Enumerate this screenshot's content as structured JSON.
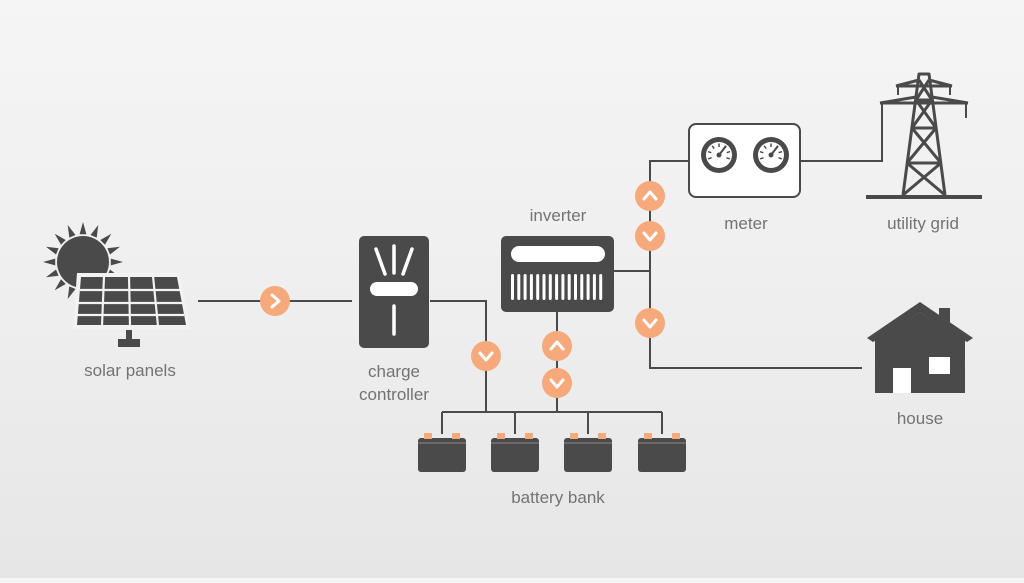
{
  "labels": {
    "solar": "solar panels",
    "charge_line1": "charge",
    "charge_line2": "controller",
    "inverter": "inverter",
    "meter": "meter",
    "grid": "utility grid",
    "house": "house",
    "battery": "battery bank"
  },
  "colors": {
    "dark": "#4a4a4a",
    "accent": "#f6a97a",
    "wire": "#4a4a4a",
    "text": "#737373"
  },
  "icons": {
    "arrow_right": "chevron-right",
    "arrow_down": "chevron-down",
    "arrow_up": "chevron-up"
  }
}
